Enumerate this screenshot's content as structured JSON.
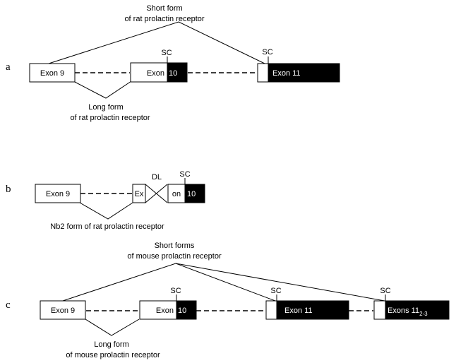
{
  "panels": {
    "a": {
      "letter": "a",
      "exon9": "Exon 9",
      "exon10_left": "Exon",
      "exon10_right": "10",
      "exon11": "Exon 11",
      "sc": "SC",
      "short_title_1": "Short form",
      "short_title_2": "of rat prolactin receptor",
      "long_title_1": "Long form",
      "long_title_2": "of rat prolactin receptor"
    },
    "b": {
      "letter": "b",
      "exon9": "Exon 9",
      "ex": "Ex",
      "dl": "DL",
      "on": "on",
      "ten": "10",
      "sc": "SC",
      "nb2_title": "Nb2 form of rat prolactin receptor"
    },
    "c": {
      "letter": "c",
      "exon9": "Exon 9",
      "exon10_left": "Exon",
      "exon10_right": "10",
      "exon11": "Exon 11",
      "exons11_main": "Exons 11",
      "exons11_sub": "2-3",
      "sc": "SC",
      "short_title_1": "Short forms",
      "short_title_2": "of mouse prolactin receptor",
      "long_title_1": "Long form",
      "long_title_2": "of mouse prolactin receptor"
    }
  }
}
